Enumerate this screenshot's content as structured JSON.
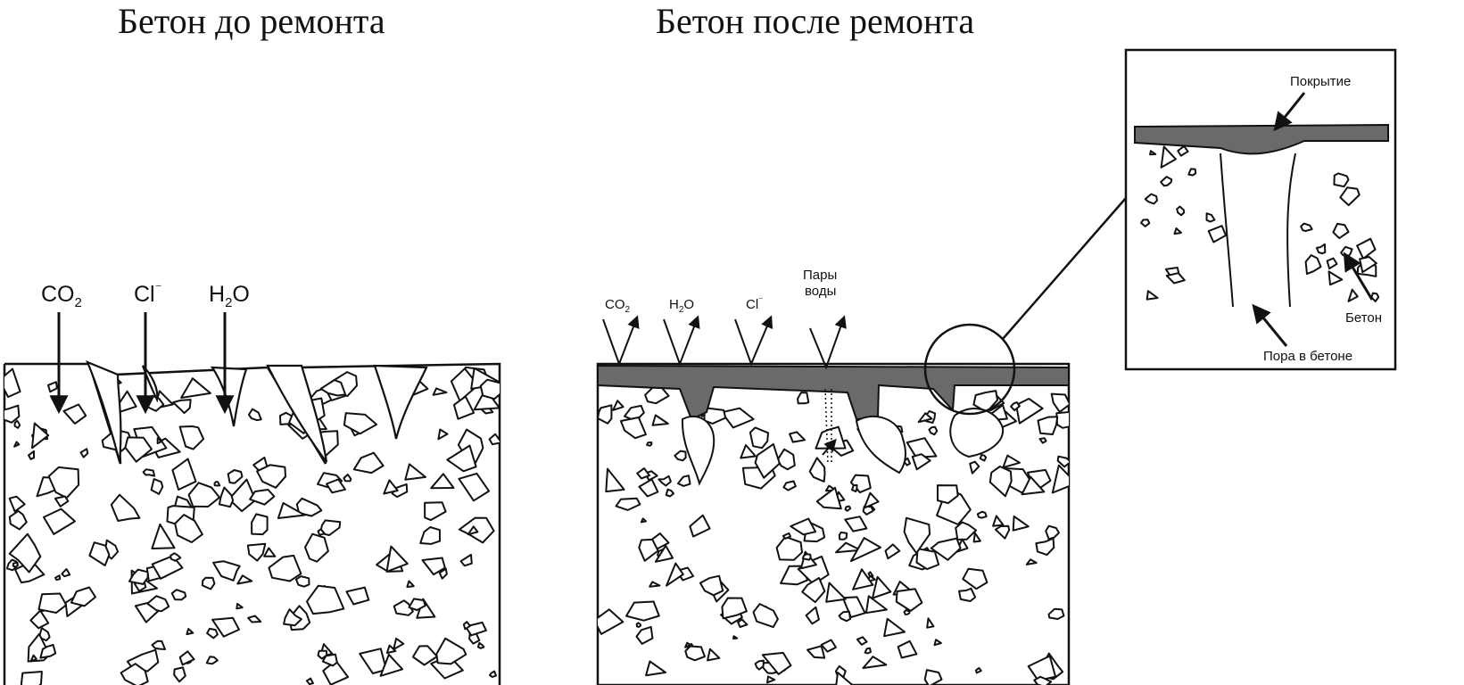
{
  "titles": {
    "before": "Бетон до ремонта",
    "after": "Бетон после ремонта"
  },
  "before_labels": {
    "co2_main": "CO",
    "co2_sub": "2",
    "cl_main": "Cl",
    "cl_sup": "⁻",
    "h2o_main1": "H",
    "h2o_sub": "2",
    "h2o_main2": "O"
  },
  "after_labels": {
    "co2_main": "CO",
    "co2_sub": "2",
    "h2o_main1": "H",
    "h2o_sub": "2",
    "h2o_main2": "O",
    "cl_main": "Cl",
    "cl_sup": "⁻",
    "vapor_line1": "Пары",
    "vapor_line2": "воды"
  },
  "inset_labels": {
    "coating": "Покрытие",
    "concrete": "Бетон",
    "pore": "Пора в бетоне"
  },
  "colors": {
    "coating_fill": "#6a6a6a",
    "line": "#111111",
    "background": "#ffffff"
  }
}
